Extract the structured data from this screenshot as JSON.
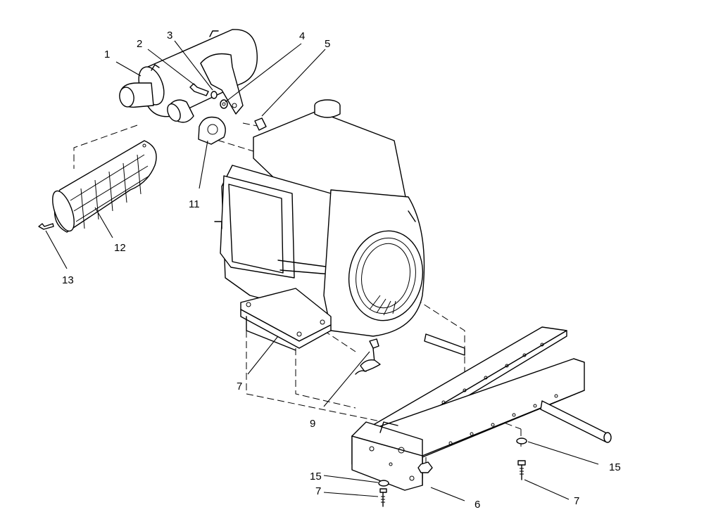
{
  "callouts": [
    {
      "id": "c1",
      "label": "1"
    },
    {
      "id": "c2",
      "label": "2"
    },
    {
      "id": "c3",
      "label": "3"
    },
    {
      "id": "c4",
      "label": "4"
    },
    {
      "id": "c5",
      "label": "5"
    },
    {
      "id": "c11",
      "label": "11"
    },
    {
      "id": "c12",
      "label": "12"
    },
    {
      "id": "c13",
      "label": "13"
    },
    {
      "id": "c7a",
      "label": "7"
    },
    {
      "id": "c9",
      "label": "9"
    },
    {
      "id": "c15a",
      "label": "15"
    },
    {
      "id": "c15b",
      "label": "15"
    },
    {
      "id": "c7b",
      "label": "7"
    },
    {
      "id": "c6",
      "label": "6"
    },
    {
      "id": "c7c",
      "label": "7"
    }
  ]
}
